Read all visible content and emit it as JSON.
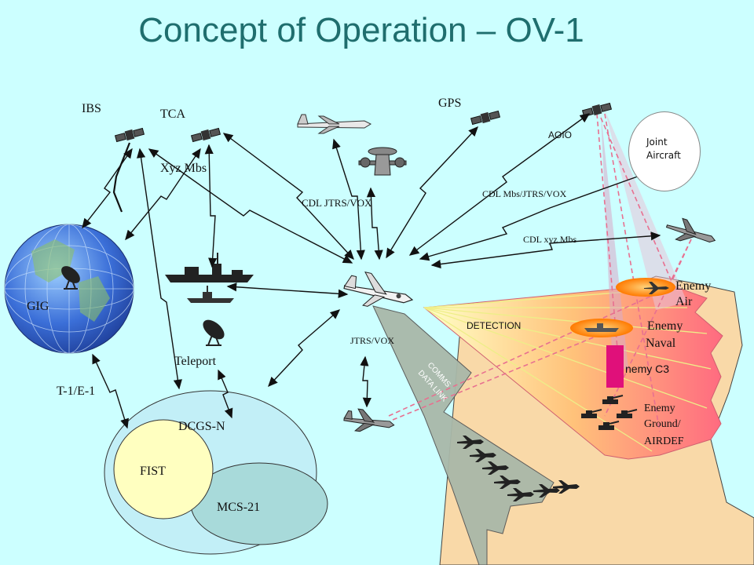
{
  "title": "Concept of Operation – OV-1",
  "labels": {
    "ibs": "IBS",
    "tca": "TCA",
    "xyz_mbs": "Xyz Mbs",
    "gps": "GPS",
    "aoio": "AOIO",
    "joint_aircraft_1": "Joint",
    "joint_aircraft_2": "Aircraft",
    "cdl_jtrs_vox": "CDL JTRS/VOX",
    "cdl_mbs_jtrs_vox": "CDL Mbs/JTRS/VOX",
    "cdl_xyz_mbs": "CDL xyz Mbs",
    "gig": "GIG",
    "teleport": "Teleport",
    "t1_e1": "T-1/E-1",
    "dcgs_n": "DCGS-N",
    "fist": "FIST",
    "mcs21": "MCS-21",
    "jtrs_vox": "JTRS/VOX",
    "detection": "DETECTION",
    "comms_data_link_1": "COMMS",
    "comms_data_link_2": "DATA LINK",
    "enemy_air_1": "Enemy",
    "enemy_air_2": "Air",
    "enemy_naval_1": "Enemy",
    "enemy_naval_2": "Naval",
    "enemy_c3": "nemy C3",
    "enemy_ground_1": "Enemy",
    "enemy_ground_2": "Ground/",
    "enemy_ground_3": "AIRDEF"
  },
  "colors": {
    "background": "#ccffff",
    "title": "#1f6e6e",
    "land": "#f9d9a8",
    "gig_globe": "#3b6fd8",
    "dcgs_ellipse": "#c2eff7",
    "fist_circle": "#ffffc0",
    "mcs_ellipse": "#a8dada",
    "comms_corridor": "#a9b8a9",
    "detection_fan": "#ff7070",
    "enemy_c3": "#e0107a"
  },
  "icons": [
    "satellite-icon",
    "satellite-dish-icon",
    "globe-icon",
    "aircraft-icon",
    "ship-icon",
    "tank-icon"
  ]
}
